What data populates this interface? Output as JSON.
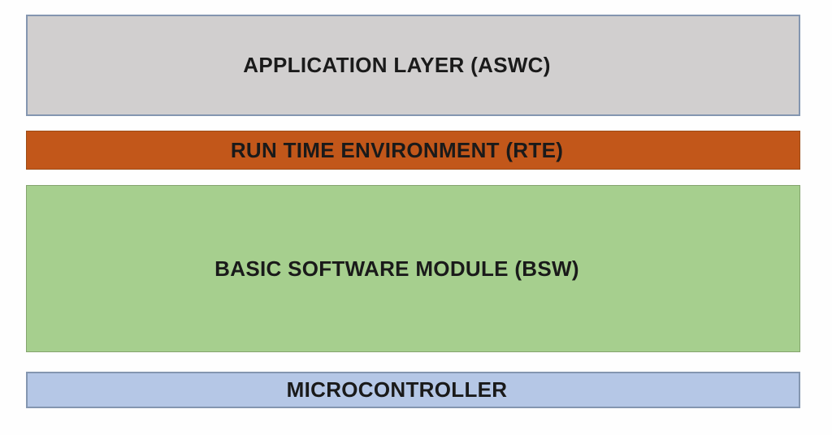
{
  "colors": {
    "text": "#1a1a1a",
    "background": "#fefefe"
  },
  "layers": [
    {
      "id": "application-layer",
      "label": "APPLICATION LAYER (ASWC)",
      "fill": "#d1cfcf",
      "border": "#8496b0"
    },
    {
      "id": "run-time-environment",
      "label": "RUN TIME ENVIRONMENT (RTE)",
      "fill": "#c2571a",
      "border": "#9c4c16"
    },
    {
      "id": "basic-software-module",
      "label": "BASIC SOFTWARE MODULE (BSW)",
      "fill": "#a6cf8e",
      "border": "#84a46e"
    },
    {
      "id": "microcontroller",
      "label": "MICROCONTROLLER",
      "fill": "#b5c7e6",
      "border": "#8496b0"
    }
  ]
}
